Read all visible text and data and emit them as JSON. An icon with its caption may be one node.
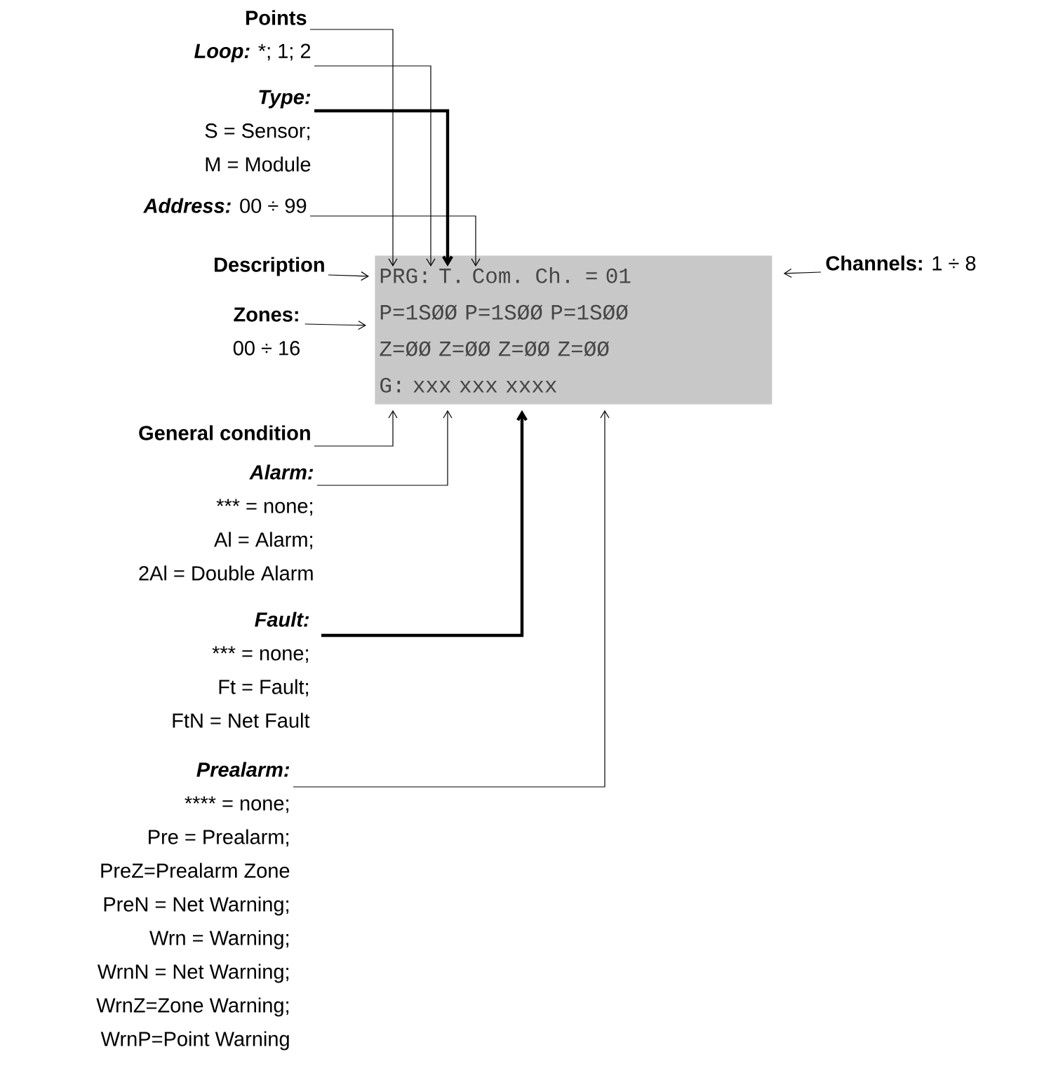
{
  "diagram": {
    "nodes": [
      {
        "text": [
          "PRG: T. Com. Ch. = 01",
          "P=1SØØ P=1SØØ P=1SØØ",
          "Z=ØØ Z=ØØ Z=ØØ Z=ØØ",
          "G: xxx xxx xxxx"
        ]
      },
      {
        "text": [
          "Points"
        ]
      },
      {
        "text": [
          "Loop:",
          "*; 1; 2"
        ]
      },
      {
        "text": [
          "Type:",
          "S = Sensor;",
          "M = Module"
        ]
      },
      {
        "text": [
          "Address:",
          "00 ÷ 99"
        ]
      },
      {
        "text": [
          "Description"
        ]
      },
      {
        "text": [
          "Channels:",
          "1 ÷ 8"
        ]
      },
      {
        "text": [
          "Zones:",
          "00 ÷ 16"
        ]
      },
      {
        "text": [
          "General condition"
        ]
      },
      {
        "text": [
          "Alarm:",
          "*** = none;",
          "Al = Alarm;",
          "2Al = Double Alarm"
        ]
      },
      {
        "text": [
          "Fault:",
          "*** = none;",
          "Ft = Fault;",
          "FtN = Net Fault"
        ]
      },
      {
        "text": [
          "Prealarm:",
          "**** = none;",
          "Pre = Prealarm;",
          "PreZ=Prealarm Zone",
          "PreN = Net Warning;",
          "Wrn = Warning;",
          "WrnN = Net Warning;",
          "WrnZ=Zone Warning;",
          "WrnP=Point Warning"
        ]
      }
    ],
    "edges": [
      {
        "from": 1,
        "to": 0,
        "arrow": "to"
      },
      {
        "from": 2,
        "to": 0,
        "arrow": "to"
      },
      {
        "from": 3,
        "to": 0,
        "arrow": "to",
        "style": "thick"
      },
      {
        "from": 4,
        "to": 0,
        "arrow": "to"
      },
      {
        "from": 5,
        "to": 0,
        "arrow": "to"
      },
      {
        "from": 6,
        "to": 0,
        "arrow": "to"
      },
      {
        "from": 7,
        "to": 0,
        "arrow": "to"
      },
      {
        "from": 8,
        "to": 0,
        "arrow": "to"
      },
      {
        "from": 9,
        "to": 0,
        "arrow": "to"
      },
      {
        "from": 10,
        "to": 0,
        "arrow": "to",
        "style": "thick"
      },
      {
        "from": 11,
        "to": 0,
        "arrow": "to"
      }
    ]
  }
}
